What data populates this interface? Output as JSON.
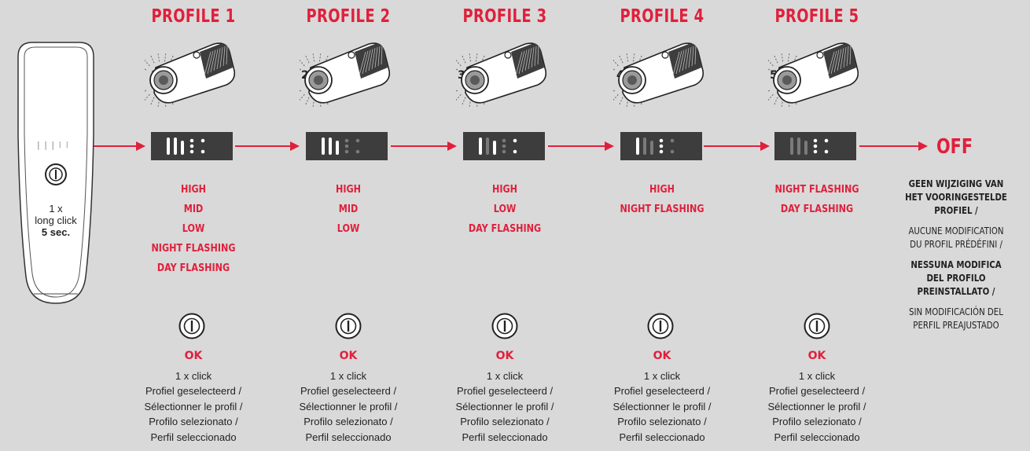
{
  "colors": {
    "accent": "#e0203b",
    "panel": "#3d3d3d",
    "background": "#d9d9d9"
  },
  "device": {
    "line1": "1 x",
    "line2": "long click",
    "line3": "5 sec.",
    "button_icon": "power-icon"
  },
  "profiles": [
    {
      "title": "PROFILE 1",
      "count": "1x",
      "modes": [
        "HIGH",
        "MID",
        "LOW",
        "NIGHT FLASHING",
        "DAY FLASHING"
      ],
      "active_bars": [
        1,
        1,
        1,
        1,
        1
      ]
    },
    {
      "title": "PROFILE 2",
      "count": "2x",
      "modes": [
        "HIGH",
        "MID",
        "LOW"
      ],
      "active_bars": [
        1,
        1,
        1,
        0,
        0
      ]
    },
    {
      "title": "PROFILE 3",
      "count": "3x",
      "modes": [
        "HIGH",
        "LOW",
        "DAY FLASHING"
      ],
      "active_bars": [
        1,
        0,
        1,
        0,
        1
      ]
    },
    {
      "title": "PROFILE 4",
      "count": "4x",
      "modes": [
        "HIGH",
        "NIGHT FLASHING"
      ],
      "active_bars": [
        1,
        0,
        0,
        1,
        0
      ]
    },
    {
      "title": "PROFILE 5",
      "count": "5x",
      "modes": [
        "NIGHT FLASHING",
        "DAY FLASHING"
      ],
      "active_bars": [
        0,
        0,
        0,
        1,
        1
      ]
    }
  ],
  "confirm": {
    "ok": "OK",
    "line1": "1 x click",
    "line2": "Profiel geselecteerd /",
    "line3": "Sélectionner le profil /",
    "line4": "Profilo selezionato /",
    "line5": "Perfil seleccionado"
  },
  "off": {
    "label": "OFF",
    "nl": "GEEN WIJZIGING VAN HET VOORINGESTELDE PROFIEL /",
    "fr": "AUCUNE MODIFICATION DU PROFIL PRÉDÉFINI /",
    "it": "NESSUNA MODIFICA DEL PROFILO PREINSTALLATO /",
    "es": "SIN MODIFICACIÓN DEL PERFIL PREAJUSTADO"
  }
}
